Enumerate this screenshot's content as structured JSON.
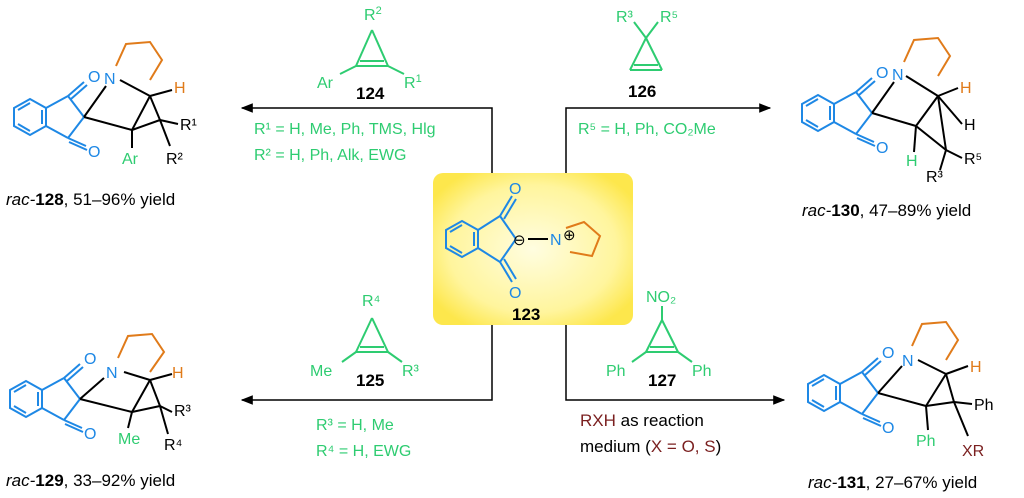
{
  "colors": {
    "blue": "#1e88e5",
    "orange": "#e07b1a",
    "green": "#2ecc71",
    "darkred": "#7a1f1f",
    "black": "#000000",
    "highlight_center": "#fff59d",
    "highlight_edge": "#fde74c"
  },
  "center": {
    "compound_number": "123",
    "charge_minus": "⊖",
    "charge_plus": "⊕",
    "n": "N",
    "o": "O"
  },
  "reactions": {
    "top_left": {
      "reagent_number": "124",
      "reagent_sub_ar": "Ar",
      "reagent_sub_r1": "R",
      "reagent_sub_r1_sup": "1",
      "reagent_sub_r2": "R",
      "reagent_sub_r2_sup": "2",
      "cond1": "R¹ = H, Me, Ph, TMS, Hlg",
      "cond2": "R² = H, Ph, Alk, EWG",
      "product_prefix": "rac-",
      "product_number": "128",
      "product_yield": ", 51–96% yield",
      "prod_h": "H",
      "prod_n": "N",
      "prod_r1": "R¹",
      "prod_r2": "R²",
      "prod_ar": "Ar"
    },
    "top_right": {
      "reagent_number": "126",
      "reagent_sub_r3": "R³",
      "reagent_sub_r5": "R⁵",
      "cond1": "R⁵ = H, Ph, CO₂Me",
      "product_prefix": "rac-",
      "product_number": "130",
      "product_yield": ", 47–89% yield",
      "prod_h": "H",
      "prod_n": "N",
      "prod_r3": "R³",
      "prod_r5": "R⁵"
    },
    "bottom_left": {
      "reagent_number": "125",
      "reagent_sub_me": "Me",
      "reagent_sub_r3": "R³",
      "reagent_sub_r4": "R⁴",
      "cond1": "R³ = H, Me",
      "cond2": "R⁴ = H, EWG",
      "product_prefix": "rac-",
      "product_number": "129",
      "product_yield": ", 33–92% yield",
      "prod_h": "H",
      "prod_n": "N",
      "prod_r3": "R³",
      "prod_r4": "R⁴",
      "prod_me": "Me"
    },
    "bottom_right": {
      "reagent_number": "127",
      "reagent_no2": "NO₂",
      "reagent_ph": "Ph",
      "cond1_a": "RXH",
      "cond1_b": " as reaction",
      "cond2_a": "medium (",
      "cond2_b": "X = O, S",
      "cond2_c": ")",
      "product_prefix": "rac-",
      "product_number": "131",
      "product_yield": ", 27–67% yield",
      "prod_h": "H",
      "prod_n": "N",
      "prod_ph": "Ph",
      "prod_xr": "XR"
    }
  }
}
